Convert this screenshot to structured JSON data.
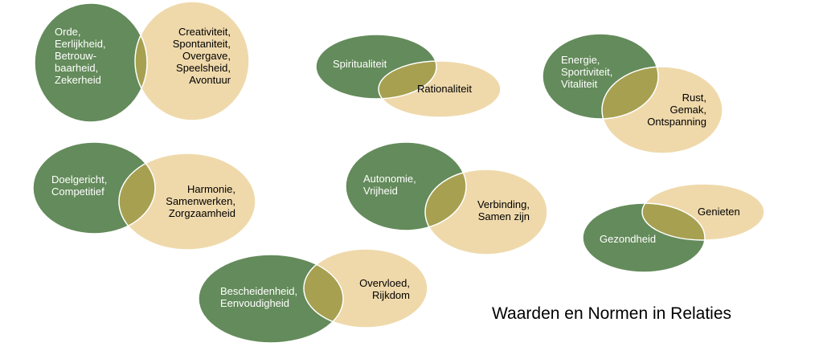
{
  "colors": {
    "green": "#648b5b",
    "tan": "#efd9ab",
    "overlap": "#a7a051",
    "border": "#ffffff",
    "light_text": "#ffffff",
    "dark_text": "#000000"
  },
  "title": "Waarden en Normen in Relaties",
  "pairs": [
    {
      "green": [
        "Orde,",
        "Eerlijkheid,",
        "Betrouw-",
        "baarheid,",
        "Zekerheid"
      ],
      "tan": [
        "Creativiteit,",
        "Spontaniteit,",
        "Overgave,",
        "Speelsheid,",
        "Avontuur"
      ]
    },
    {
      "green": [
        "Spiritualiteit"
      ],
      "tan": [
        "Rationaliteit"
      ]
    },
    {
      "green": [
        "Energie,",
        "Sportiviteit,",
        "Vitaliteit"
      ],
      "tan": [
        "Rust,",
        "Gemak,",
        "Ontspanning"
      ]
    },
    {
      "green": [
        "Doelgericht,",
        "Competitief"
      ],
      "tan": [
        "Harmonie,",
        "Samenwerken,",
        "Zorgzaamheid"
      ]
    },
    {
      "green": [
        "Autonomie,",
        "Vrijheid"
      ],
      "tan": [
        "Verbinding,",
        "Samen zijn"
      ]
    },
    {
      "green": [
        "Gezondheid"
      ],
      "tan": [
        "Genieten"
      ]
    },
    {
      "green": [
        "Bescheidenheid,",
        "Eenvoudigheid"
      ],
      "tan": [
        "Overvloed,",
        "Rijkdom"
      ]
    }
  ]
}
